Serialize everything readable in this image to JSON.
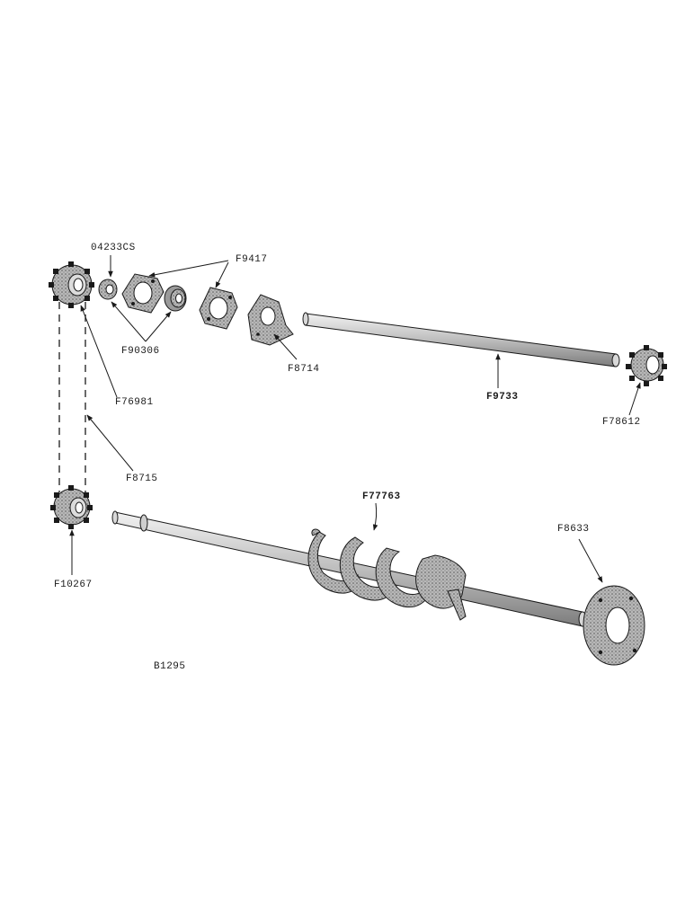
{
  "figure_id": "B1295",
  "parts": {
    "p04233cs": "04233CS",
    "pF9417": "F9417",
    "pF90306": "F90306",
    "pF76981": "F76981",
    "pF8714": "F8714",
    "pF9733": "F9733",
    "pF78612": "F78612",
    "pF8715": "F8715",
    "pF77763": "F77763",
    "pF8633": "F8633",
    "pF10267": "F10267"
  },
  "colors": {
    "ink": "#1a1a1a",
    "stipple": "#8a8a8a",
    "metal": "#cfcfcf"
  }
}
